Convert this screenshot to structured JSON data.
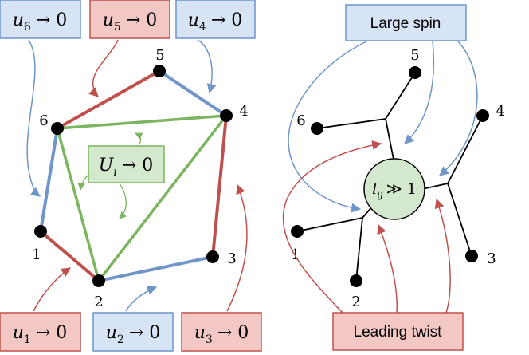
{
  "colors": {
    "blue_fill": "#d6e4f5",
    "blue_stroke": "#6f95c9",
    "red_fill": "#f3c7c4",
    "red_stroke": "#c0504d",
    "green_fill": "#d3e8cc",
    "green_stroke": "#7cb55f",
    "black": "#000000"
  },
  "left_panel": {
    "vertex_labels": {
      "v1": "1",
      "v2": "2",
      "v3": "3",
      "v4": "4",
      "v5": "5",
      "v6": "6"
    },
    "boxes": {
      "u6": {
        "var": "u",
        "sub": "6",
        "rel": "→ 0"
      },
      "u5": {
        "var": "u",
        "sub": "5",
        "rel": "→ 0"
      },
      "u4": {
        "var": "u",
        "sub": "4",
        "rel": "→ 0"
      },
      "u1": {
        "var": "u",
        "sub": "1",
        "rel": "→ 0"
      },
      "u2": {
        "var": "u",
        "sub": "2",
        "rel": "→ 0"
      },
      "u3": {
        "var": "u",
        "sub": "3",
        "rel": "→ 0"
      },
      "Ui": {
        "var": "U",
        "sub": "i",
        "rel": "→ 0"
      }
    }
  },
  "right_panel": {
    "leg_labels": {
      "l1": "1",
      "l2": "2",
      "l3": "3",
      "l4": "4",
      "l5": "5",
      "l6": "6"
    },
    "top_box": "Large spin",
    "bottom_box": "Leading twist",
    "circle": {
      "var": "l",
      "sub": "ij",
      "rel": "≫ 1"
    }
  }
}
